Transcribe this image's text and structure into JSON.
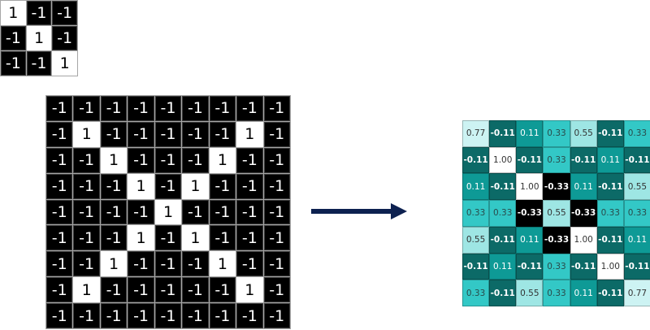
{
  "kernel": {
    "rows": [
      [
        "1",
        "-1",
        "-1"
      ],
      [
        "-1",
        "1",
        "-1"
      ],
      [
        "-1",
        "-1",
        "1"
      ]
    ]
  },
  "input_image": {
    "rows": [
      [
        "-1",
        "-1",
        "-1",
        "-1",
        "-1",
        "-1",
        "-1",
        "-1",
        "-1"
      ],
      [
        "-1",
        "1",
        "-1",
        "-1",
        "-1",
        "-1",
        "-1",
        "1",
        "-1"
      ],
      [
        "-1",
        "-1",
        "1",
        "-1",
        "-1",
        "-1",
        "1",
        "-1",
        "-1"
      ],
      [
        "-1",
        "-1",
        "-1",
        "1",
        "-1",
        "1",
        "-1",
        "-1",
        "-1"
      ],
      [
        "-1",
        "-1",
        "-1",
        "-1",
        "1",
        "-1",
        "-1",
        "-1",
        "-1"
      ],
      [
        "-1",
        "-1",
        "-1",
        "1",
        "-1",
        "1",
        "-1",
        "-1",
        "-1"
      ],
      [
        "-1",
        "-1",
        "1",
        "-1",
        "-1",
        "-1",
        "1",
        "-1",
        "-1"
      ],
      [
        "-1",
        "1",
        "-1",
        "-1",
        "-1",
        "-1",
        "-1",
        "1",
        "-1"
      ],
      [
        "-1",
        "-1",
        "-1",
        "-1",
        "-1",
        "-1",
        "-1",
        "-1",
        "-1"
      ]
    ]
  },
  "arrow": {
    "color": "#0d2150",
    "icon": "right-arrow-icon"
  },
  "feature_map": {
    "rows": [
      [
        "0.77",
        "-0.11",
        "0.11",
        "0.33",
        "0.55",
        "-0.11",
        "0.33"
      ],
      [
        "-0.11",
        "1.00",
        "-0.11",
        "0.33",
        "-0.11",
        "0.11",
        "-0.11"
      ],
      [
        "0.11",
        "-0.11",
        "1.00",
        "-0.33",
        "0.11",
        "-0.11",
        "0.55"
      ],
      [
        "0.33",
        "0.33",
        "-0.33",
        "0.55",
        "-0.33",
        "0.33",
        "0.33"
      ],
      [
        "0.55",
        "-0.11",
        "0.11",
        "-0.33",
        "1.00",
        "-0.11",
        "0.11"
      ],
      [
        "-0.11",
        "0.11",
        "-0.11",
        "0.33",
        "-0.11",
        "1.00",
        "-0.11"
      ],
      [
        "0.33",
        "-0.11",
        "0.55",
        "0.33",
        "0.11",
        "-0.11",
        "0.77"
      ]
    ],
    "colors": {
      "1.00": "#ffffff",
      "0.77": "#cdf3f3",
      "0.55": "#9ee6e4",
      "0.33": "#33c8c6",
      "0.11": "#0e9a96",
      "-0.11": "#0c6a67",
      "-0.33": "#000000"
    },
    "text_colors": {
      "1.00": "#333333",
      "0.77": "#333333",
      "0.55": "#333333",
      "0.33": "#2a4a4a",
      "0.11": "#ffffff",
      "-0.11": "#ffffff",
      "-0.33": "#ffffff"
    }
  }
}
